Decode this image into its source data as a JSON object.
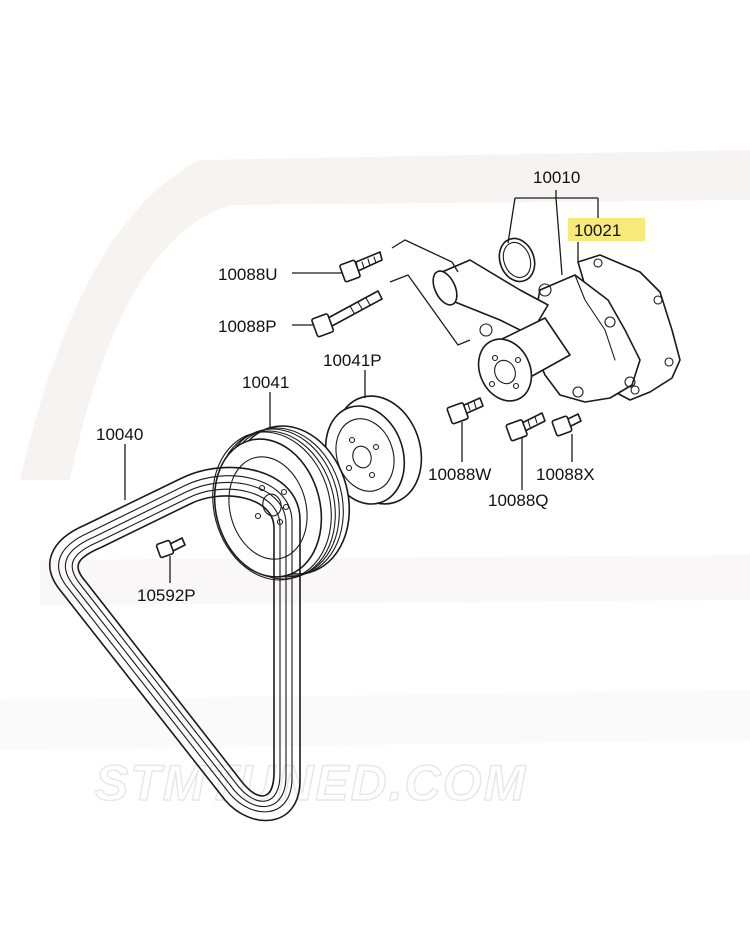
{
  "watermark": {
    "text": "STMTUNED.COM",
    "color": "#f2f2f2"
  },
  "highlight_color": "#f7e97a",
  "parts": {
    "water_pump_assy": "10010",
    "gasket": "10021",
    "bolt_u": "10088U",
    "bolt_p": "10088P",
    "idler_pulley": "10041P",
    "crank_pulley": "10041",
    "belt": "10040",
    "bolt_w": "10088W",
    "bolt_x": "10088X",
    "bolt_q": "10088Q",
    "bolt_10592p": "10592P"
  }
}
